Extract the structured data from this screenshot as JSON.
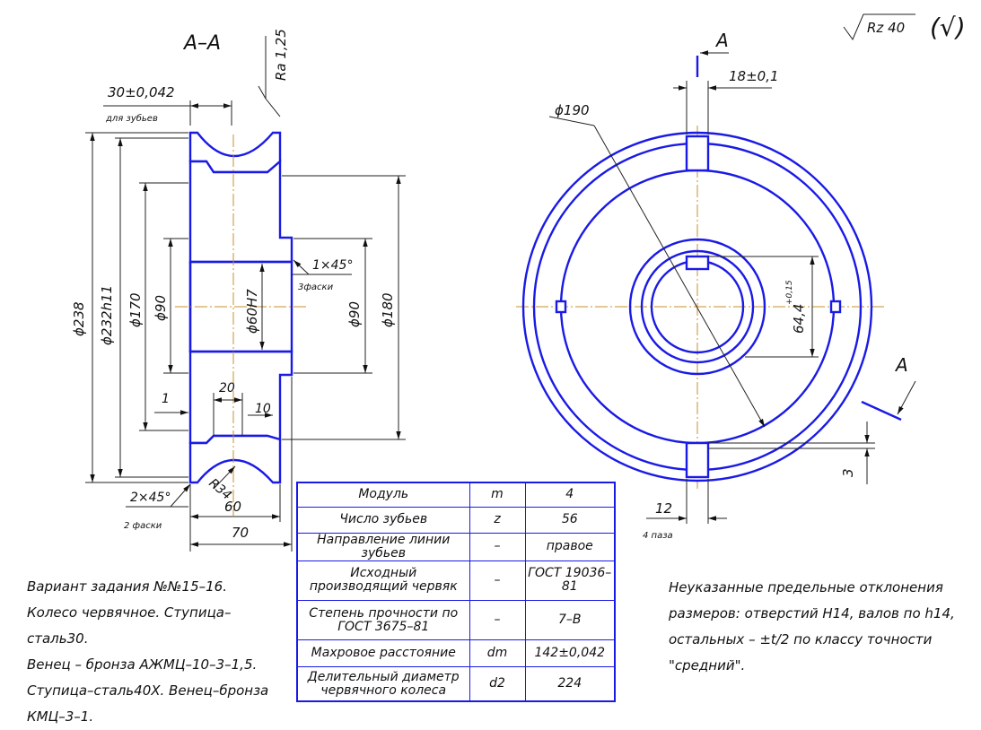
{
  "section": {
    "title": "А–А",
    "roughness": "Ra 1,25",
    "dims": {
      "width_tooth": "30±0,042",
      "width_tooth_note": "для зубьев",
      "d238": "ϕ238",
      "d232": "ϕ232h11",
      "d170": "ϕ170",
      "d90_left": "ϕ90",
      "d60": "ϕ60H7",
      "d90_right": "ϕ90",
      "d180": "ϕ180",
      "chamfer_1": "1×45°",
      "chamfer_1_note": "3фаски",
      "chamfer_2": "2×45°",
      "chamfer_2_note": "2 фаски",
      "r34": "R34",
      "d20": "20",
      "d10": "10",
      "d1": "1",
      "len60": "60",
      "len70": "70"
    }
  },
  "front_view": {
    "roughness_general": "Rz 40",
    "roughness_mark": "(√)",
    "section_mark_top": "А",
    "section_mark_right": "А",
    "d190": "ϕ190",
    "slot_width": "18±0,1",
    "keyway": "64,4",
    "keyway_tol": "+0,15",
    "dim3": "3",
    "dim12": "12",
    "dim12_note": "4 паза"
  },
  "table": {
    "rows": [
      {
        "name": "Модуль",
        "symbol": "m",
        "value": "4"
      },
      {
        "name": "Число зубьев",
        "symbol": "z",
        "value": "56"
      },
      {
        "name": "Направление линии зубьев",
        "symbol": "–",
        "value": "правое"
      },
      {
        "name": "Исходный производящий червяк",
        "symbol": "–",
        "value": "ГОСТ 19036–81"
      },
      {
        "name": "Степень прочности по ГОСТ 3675–81",
        "symbol": "–",
        "value": "7–В"
      },
      {
        "name": "Махровое расстояние",
        "symbol": "dm",
        "value": "142±0,042"
      },
      {
        "name": "Делительный диаметр червячного колеса",
        "symbol": "d2",
        "value": "224"
      }
    ]
  },
  "notes_left": [
    "Вариант задания №№15–16.",
    "Колесо червячное. Ступица–сталь30.",
    "Венец – бронза АЖМЦ–10–3–1,5.",
    "Ступица–сталь40Х. Венец–бронза",
    "КМЦ–3–1."
  ],
  "notes_right": [
    "Неуказанные предельные отклонения",
    "размеров: отверстий Н14, валов по h14,",
    "остальных – ±t/2 по классу точности",
    "\"средний\"."
  ]
}
